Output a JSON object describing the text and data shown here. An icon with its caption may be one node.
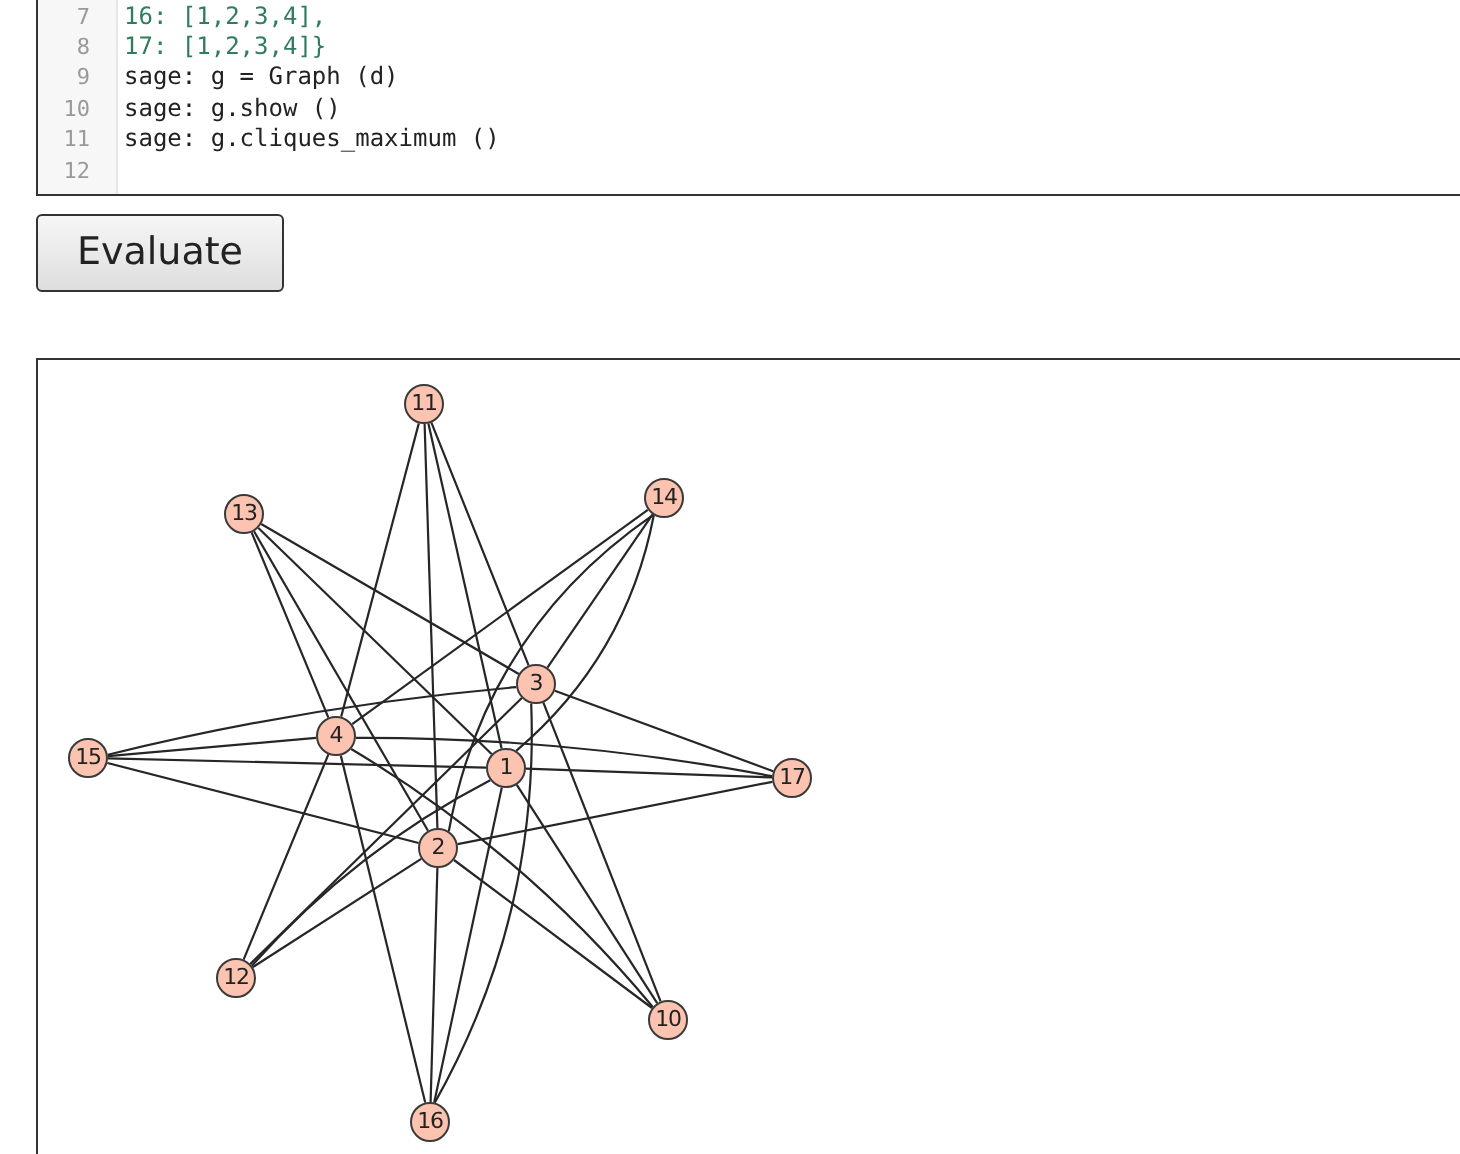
{
  "diagram": {
    "nodes": [
      {
        "text": [
          "11"
        ]
      },
      {
        "text": [
          "13"
        ]
      },
      {
        "text": [
          "14"
        ]
      },
      {
        "text": [
          "3"
        ]
      },
      {
        "text": [
          "15"
        ]
      },
      {
        "text": [
          "4"
        ]
      },
      {
        "text": [
          "1"
        ]
      },
      {
        "text": [
          "17"
        ]
      },
      {
        "text": [
          "2"
        ]
      },
      {
        "text": [
          "12"
        ]
      },
      {
        "text": [
          "10"
        ]
      },
      {
        "text": [
          "16"
        ]
      }
    ],
    "edges": [
      {
        "from": 10,
        "to": 6,
        "arrow": "none"
      },
      {
        "from": 10,
        "to": 8,
        "arrow": "none"
      },
      {
        "from": 10,
        "to": 3,
        "arrow": "none"
      },
      {
        "from": 10,
        "to": 5,
        "arrow": "none"
      },
      {
        "from": 0,
        "to": 6,
        "arrow": "none"
      },
      {
        "from": 0,
        "to": 8,
        "arrow": "none"
      },
      {
        "from": 0,
        "to": 3,
        "arrow": "none"
      },
      {
        "from": 0,
        "to": 5,
        "arrow": "none"
      },
      {
        "from": 9,
        "to": 6,
        "arrow": "none"
      },
      {
        "from": 9,
        "to": 8,
        "arrow": "none"
      },
      {
        "from": 9,
        "to": 3,
        "arrow": "none"
      },
      {
        "from": 9,
        "to": 5,
        "arrow": "none"
      },
      {
        "from": 1,
        "to": 6,
        "arrow": "none"
      },
      {
        "from": 1,
        "to": 8,
        "arrow": "none"
      },
      {
        "from": 1,
        "to": 3,
        "arrow": "none"
      },
      {
        "from": 1,
        "to": 5,
        "arrow": "none"
      },
      {
        "from": 2,
        "to": 6,
        "arrow": "none"
      },
      {
        "from": 2,
        "to": 8,
        "arrow": "none"
      },
      {
        "from": 2,
        "to": 3,
        "arrow": "none"
      },
      {
        "from": 2,
        "to": 5,
        "arrow": "none"
      },
      {
        "from": 4,
        "to": 6,
        "arrow": "none"
      },
      {
        "from": 4,
        "to": 8,
        "arrow": "none"
      },
      {
        "from": 4,
        "to": 3,
        "arrow": "none"
      },
      {
        "from": 4,
        "to": 5,
        "arrow": "none"
      },
      {
        "from": 11,
        "to": 6,
        "arrow": "none"
      },
      {
        "from": 11,
        "to": 8,
        "arrow": "none"
      },
      {
        "from": 11,
        "to": 3,
        "arrow": "none"
      },
      {
        "from": 11,
        "to": 5,
        "arrow": "none"
      },
      {
        "from": 7,
        "to": 6,
        "arrow": "none"
      },
      {
        "from": 7,
        "to": 8,
        "arrow": "none"
      },
      {
        "from": 7,
        "to": 3,
        "arrow": "none"
      },
      {
        "from": 7,
        "to": 5,
        "arrow": "none"
      }
    ],
    "labels": [
      "7",
      "16: [1,2,3,4],",
      "8",
      "17: [1,2,3,4]}",
      "9",
      "sage: g = Graph (d)",
      "10",
      "sage: g.show ()",
      "11",
      "sage: g.cliques_maximum ()",
      "12",
      "Evaluate"
    ]
  }
}
